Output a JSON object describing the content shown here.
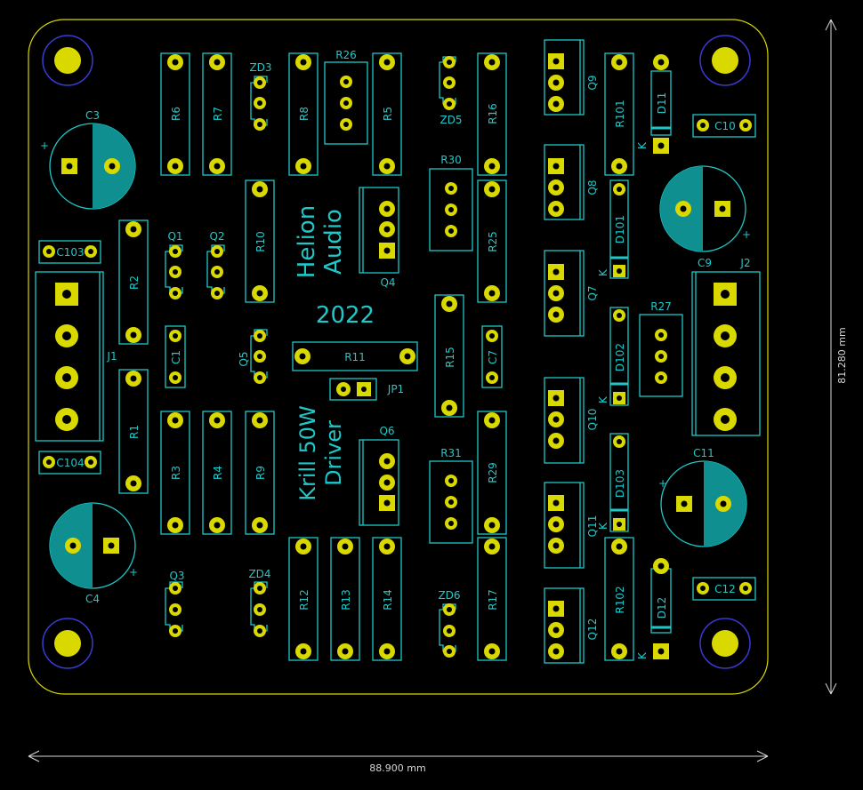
{
  "board": {
    "title_line1": "Helion",
    "title_line2": "Audio",
    "year": "2022",
    "product_line1": "Krill 50W",
    "product_line2": "Driver"
  },
  "dimensions": {
    "width_label": "88.900 mm",
    "height_label": "81.280 mm"
  },
  "colors": {
    "background": "#000000",
    "silkscreen": "#1ec8c8",
    "copper_pad": "#d9d900",
    "board_edge": "#d9d900",
    "dimension": "#d7d7d7"
  },
  "resistors": [
    "R6",
    "R7",
    "R8",
    "R5",
    "R16",
    "R101",
    "R10",
    "R25",
    "R2",
    "R15",
    "R1",
    "R3",
    "R4",
    "R9",
    "R29",
    "R12",
    "R13",
    "R14",
    "R17",
    "R102"
  ],
  "trimmers": [
    "R26",
    "R30",
    "R27",
    "R31"
  ],
  "long_resistor": "R11",
  "electrolytics": [
    "C3",
    "C9",
    "C11",
    "C4"
  ],
  "film_caps": [
    "C1",
    "C7",
    "C10",
    "C12",
    "C103",
    "C104"
  ],
  "diodes": [
    "D11",
    "D101",
    "D102",
    "D103",
    "D12"
  ],
  "zeners": [
    "ZD3",
    "ZD5",
    "ZD4",
    "ZD6"
  ],
  "small_transistors": [
    "Q1",
    "Q2",
    "Q5",
    "Q3"
  ],
  "power_transistors": [
    "Q9",
    "Q8",
    "Q7",
    "Q10",
    "Q11",
    "Q12",
    "Q4",
    "Q6"
  ],
  "connectors": [
    "J1",
    "J2"
  ],
  "jumper": "JP1",
  "markers": {
    "cathode": "K",
    "plus": "+"
  }
}
